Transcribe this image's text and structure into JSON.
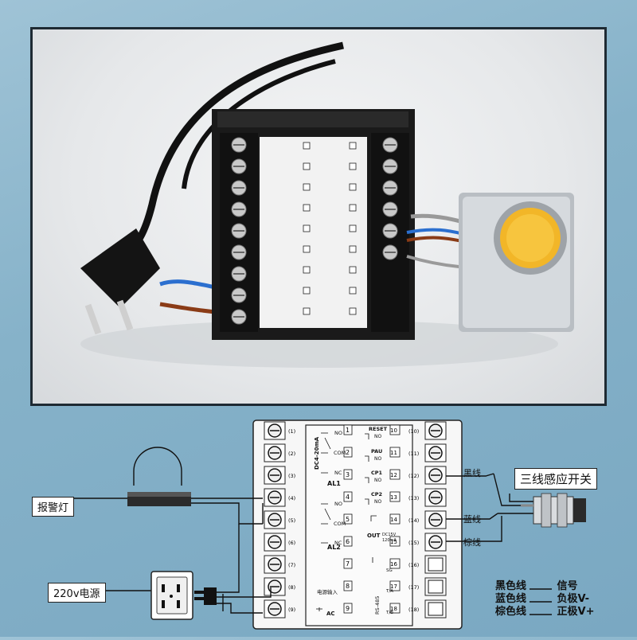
{
  "labels": {
    "alarm_light": "报警灯",
    "power_source": "220v电源",
    "sensor_title": "三线感应开关",
    "black_wire": "黑线",
    "blue_wire": "蓝线",
    "brown_wire": "棕线"
  },
  "legend": [
    {
      "wire": "黑色线",
      "meaning": "信号"
    },
    {
      "wire": "蓝色线",
      "meaning": "负极V-"
    },
    {
      "wire": "棕色线",
      "meaning": "正极V+"
    }
  ],
  "terminals_left": [
    "(1)",
    "(2)",
    "(3)",
    "(4)",
    "(5)",
    "(6)",
    "(7)",
    "(8)",
    "(9)"
  ],
  "terminals_right": [
    "(10)",
    "(11)",
    "(12)",
    "(13)",
    "(14)",
    "(15)",
    "(16)",
    "(17)",
    "(18)"
  ],
  "panel": {
    "reset": "RESET",
    "reset_no": "NO",
    "pau": "PAU",
    "pau_no": "NO",
    "cp1": "CP1",
    "cp1_no": "NO",
    "cp2": "CP2",
    "cp2_no": "NO",
    "al1": "AL1",
    "al2": "AL2",
    "dc_range": "DC4-20mA",
    "no": "NO",
    "com": "COM",
    "nc": "NC",
    "out": "OUT",
    "dc15": "DC15V",
    "ma120": "120mA",
    "rs485": "RS-485",
    "sg": "SG",
    "ta": "T/A",
    "tb": "T/B",
    "power_in": "电源输入",
    "ac": "AC",
    "nums_left": [
      "1",
      "2",
      "3",
      "4",
      "5",
      "6",
      "7",
      "8",
      "9"
    ],
    "nums_right": [
      "10",
      "11",
      "12",
      "13",
      "14",
      "15",
      "16",
      "17",
      "18"
    ]
  }
}
